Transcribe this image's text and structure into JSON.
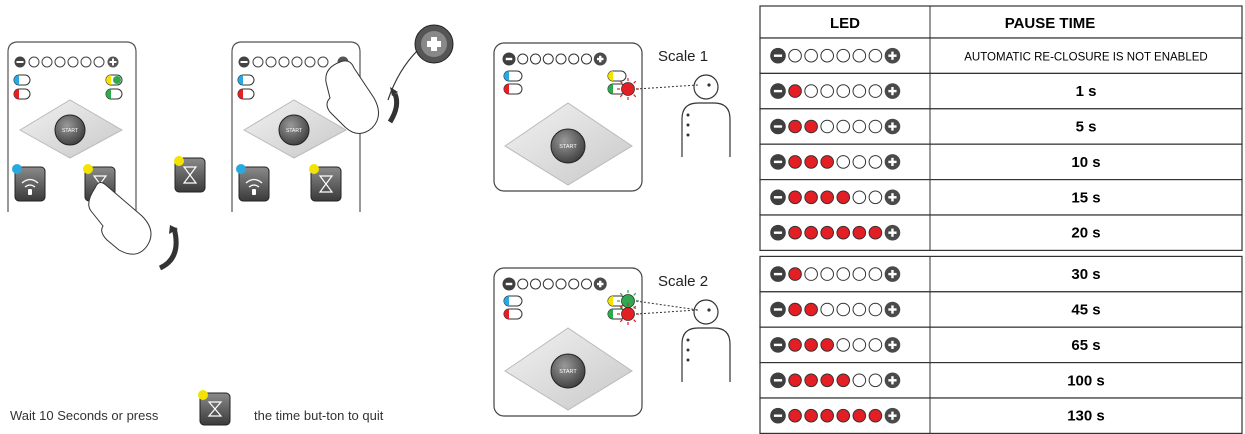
{
  "panels": {
    "start_label": "START"
  },
  "caption": {
    "before": "Wait 10 Seconds or press",
    "after": "the time but-ton to quit"
  },
  "scales": [
    {
      "label": "Scale 1"
    },
    {
      "label": "Scale 2"
    }
  ],
  "table": {
    "headers": {
      "led": "LED",
      "pause": "PAUSE TIME"
    },
    "rows": [
      {
        "lit": 0,
        "pause": "AUTOMATIC RE-CLOSURE IS NOT ENABLED",
        "scale": 1
      },
      {
        "lit": 1,
        "pause": "1 s",
        "scale": 1
      },
      {
        "lit": 2,
        "pause": "5 s",
        "scale": 1
      },
      {
        "lit": 3,
        "pause": "10 s",
        "scale": 1
      },
      {
        "lit": 4,
        "pause": "15 s",
        "scale": 1
      },
      {
        "lit": 6,
        "pause": "20 s",
        "scale": 1
      },
      {
        "lit": 1,
        "pause": "30 s",
        "scale": 2
      },
      {
        "lit": 2,
        "pause": "45 s",
        "scale": 2
      },
      {
        "lit": 3,
        "pause": "65 s",
        "scale": 2
      },
      {
        "lit": 4,
        "pause": "100 s",
        "scale": 2
      },
      {
        "lit": 6,
        "pause": "130 s",
        "scale": 2
      }
    ]
  },
  "colors": {
    "led_on": "#e31e24",
    "led_off": "#ffffff",
    "blue": "#2aa8e0",
    "yellow": "#f2e400",
    "green": "#2fa84f",
    "red": "#e31e24"
  }
}
